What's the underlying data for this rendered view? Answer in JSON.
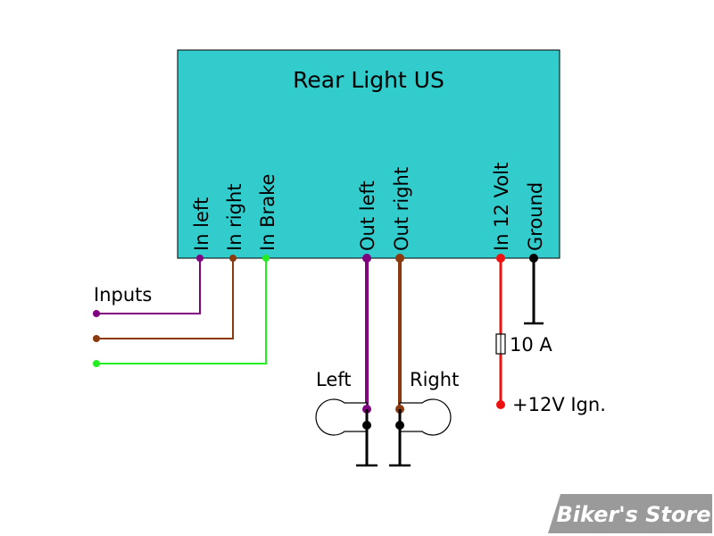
{
  "module": {
    "title": "Rear Light US",
    "fill_color": "#33cccc",
    "pins": [
      {
        "label": "In left",
        "color": "#800080"
      },
      {
        "label": "In right",
        "color": "#8b3a0f"
      },
      {
        "label": "In Brake",
        "color": "#22ee22"
      },
      {
        "label": "Out left",
        "color": "#800080"
      },
      {
        "label": "Out right",
        "color": "#8b3a0f"
      },
      {
        "label": "In 12 Volt",
        "color": "#ee1111"
      },
      {
        "label": "Ground",
        "color": "#000000"
      }
    ]
  },
  "inputs_label": "Inputs",
  "lamps": {
    "left": "Left",
    "right": "Right"
  },
  "fuse_label": "10 A",
  "supply_label": "+12V Ign.",
  "watermark": "Biker's Store"
}
